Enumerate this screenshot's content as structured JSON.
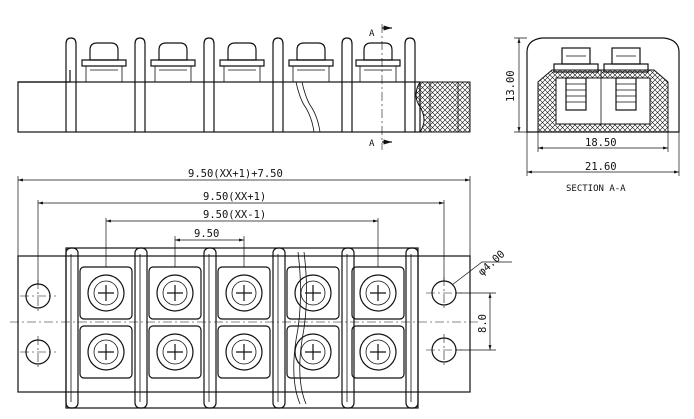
{
  "dimensions": {
    "overall": "9.50(XX+1)+7.50",
    "outer_pitch": "9.50(XX+1)",
    "inner_pitch": "9.50(XX-1)",
    "pitch": "9.50",
    "hole_diameter": "φ4.00",
    "row_spacing": "8.0",
    "height": "13.00",
    "inner_width": "18.50",
    "outer_width": "21.60"
  },
  "section": {
    "marker_top": "A",
    "marker_bottom": "A",
    "caption": "SECTION A-A"
  }
}
